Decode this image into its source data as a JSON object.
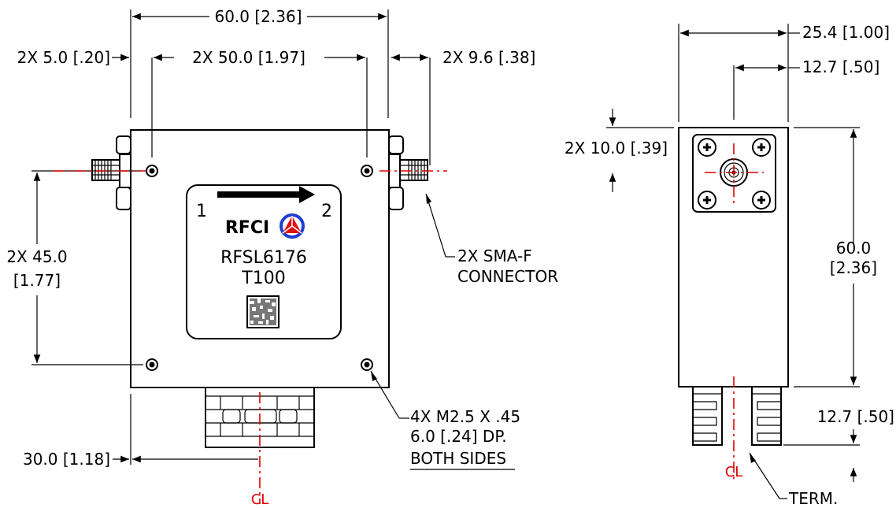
{
  "front_view": {
    "dims": {
      "overall_width": "60.0 [2.36]",
      "hole_offset": "2X 5.0 [.20]",
      "hole_spacing": "2X 50.0 [1.97]",
      "connector_length": "2X 9.6 [.38]",
      "vertical_hole_spacing_line1": "2X 45.0",
      "vertical_hole_spacing_line2": "[1.77]",
      "term_offset": "30.0 [1.18]"
    },
    "label": {
      "port_in": "1",
      "port_out": "2",
      "brand": "RFCI",
      "part_number": "RFSL6176",
      "variant": "T100"
    },
    "callouts": {
      "connector_line1": "2X SMA-F",
      "connector_line2": "CONNECTOR",
      "thread_line1": "4X M2.5 X .45",
      "thread_line2": "6.0 [.24] DP.",
      "thread_line3": "BOTH SIDES"
    },
    "centerline_symbol": "CL"
  },
  "side_view": {
    "dims": {
      "overall_width": "25.4 [1.00]",
      "connector_offset": "12.7 [.50]",
      "connector_height": "2X 10.0 [.39]",
      "height_line1": "60.0",
      "height_line2": "[2.36]",
      "term_height": "12.7 [.50]"
    },
    "callouts": {
      "term": "TERM."
    },
    "centerline_symbol": "CL"
  },
  "colors": {
    "line": "#000000",
    "centerline": "#e00000",
    "logo_ring": "#1e3fd0",
    "logo_fill": "#e01010"
  }
}
